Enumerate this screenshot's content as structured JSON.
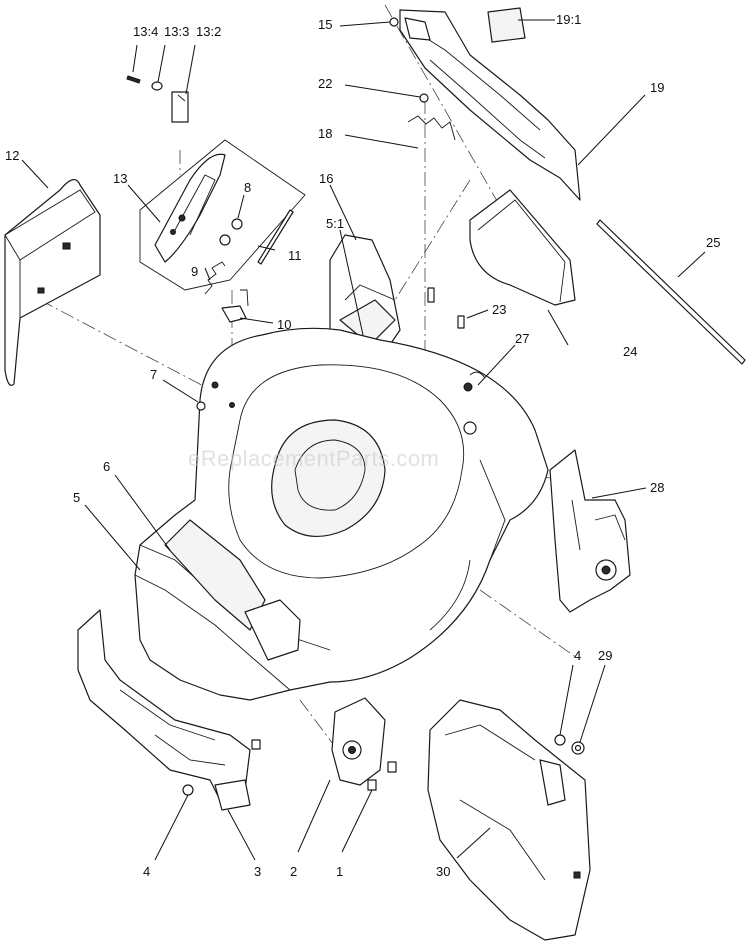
{
  "watermark": "eReplacementParts.com",
  "callouts": {
    "c13_4": "13:4",
    "c13_3": "13:3",
    "c13_2": "13:2",
    "c15": "15",
    "c19_1": "19:1",
    "c22": "22",
    "c19": "19",
    "c18": "18",
    "c12": "12",
    "c13": "13",
    "c8": "8",
    "c16": "16",
    "c9": "9",
    "c11": "11",
    "c5_1": "5:1",
    "c25": "25",
    "c10": "10",
    "c23": "23",
    "c24": "24",
    "c27": "27",
    "c7": "7",
    "c6": "6",
    "c5": "5",
    "c28": "28",
    "c4a": "4",
    "c29": "29",
    "c4b": "4",
    "c3": "3",
    "c2": "2",
    "c1": "1",
    "c30": "30"
  }
}
